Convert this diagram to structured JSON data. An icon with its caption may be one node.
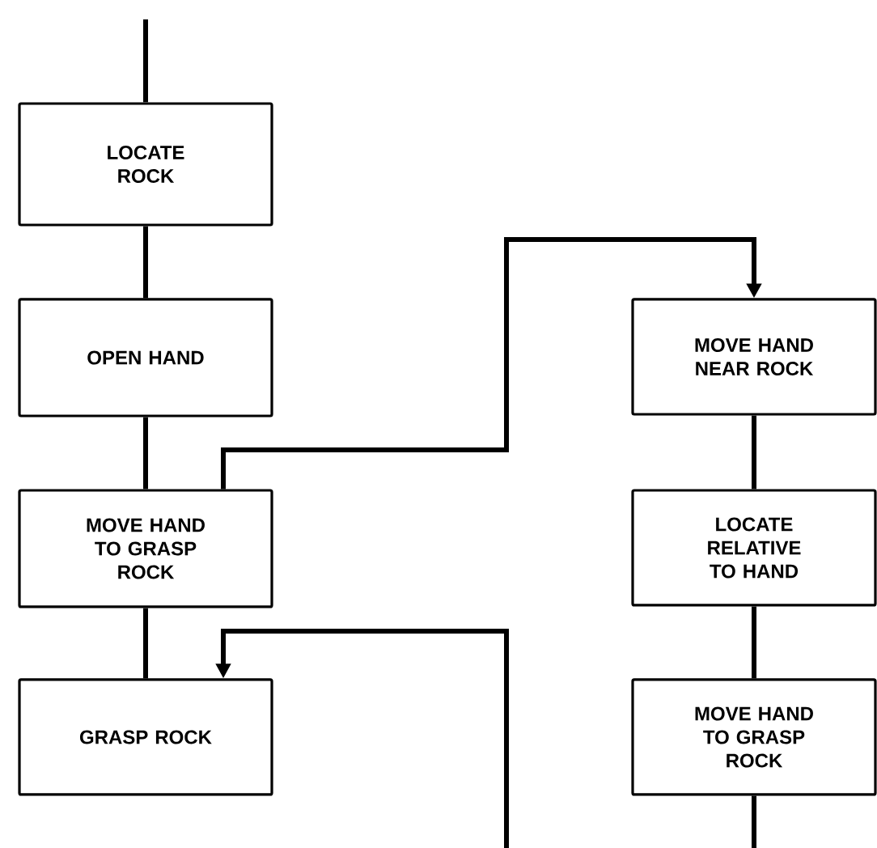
{
  "diagram": {
    "nodes": [
      {
        "text": [
          "LOCATE ROCK"
        ]
      },
      {
        "text": [
          "OPEN HAND"
        ]
      },
      {
        "text": [
          "MOVE HAND TO GRASP ROCK"
        ]
      },
      {
        "text": [
          "GRASP ROCK"
        ]
      },
      {
        "text": [
          "MOVE HAND NEAR ROCK"
        ]
      },
      {
        "text": [
          "LOCATE RELATIVE TO HAND"
        ]
      },
      {
        "text": [
          "MOVE HAND TO GRASP ROCK"
        ]
      }
    ],
    "edges": [
      {
        "from": null,
        "to": 0,
        "arrow": "none"
      },
      {
        "from": 0,
        "to": 1,
        "arrow": "none"
      },
      {
        "from": 1,
        "to": 2,
        "arrow": "none"
      },
      {
        "from": 2,
        "to": 3,
        "arrow": "none"
      },
      {
        "from": 2,
        "to": 4,
        "arrow": "to"
      },
      {
        "from": 4,
        "to": 5,
        "arrow": "none"
      },
      {
        "from": 5,
        "to": 6,
        "arrow": "none"
      },
      {
        "from": 6,
        "to": null,
        "arrow": "none"
      },
      {
        "from": null,
        "to": 3,
        "arrow": "to"
      }
    ]
  }
}
